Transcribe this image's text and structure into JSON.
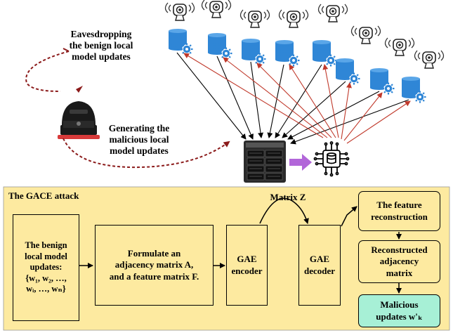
{
  "colors": {
    "panel_fill": "#fdeaa0",
    "output_fill": "#a7f0d6",
    "benign_arrow": "#000000",
    "malicious_arrow": "#c0392b",
    "attack_arrow": "#8b1a1a",
    "transfer_arrow": "#b266d9",
    "database_blue": "#2f86d6"
  },
  "icons": [
    "camera-icon",
    "database-gear-icon",
    "hacker-icon",
    "server-icon",
    "neural-chip-icon"
  ],
  "labels": {
    "eavesdropping": "Eavesdropping\nthe benign local\nmodel updates",
    "generating": "Generating the\nmalicious local\nmodel updates"
  },
  "attack": {
    "title": "The GACE attack",
    "benign_updates": "The benign\nlocal model\nupdates:\n{w₁, w₂, …,\nwᵢ, …, wₙ}",
    "formulate": "Formulate an\nadjacency matrix A,\nand a feature matrix F.",
    "gae_encoder": "GAE\nencoder",
    "matrix_z": "Matrix Z",
    "gae_decoder": "GAE\ndecoder",
    "feature_reconstruction": "The feature\nreconstruction",
    "reconstructed_adjacency": "Reconstructed\nadjacency\nmatrix",
    "malicious_updates": "Malicious\nupdates w'ₖ"
  }
}
